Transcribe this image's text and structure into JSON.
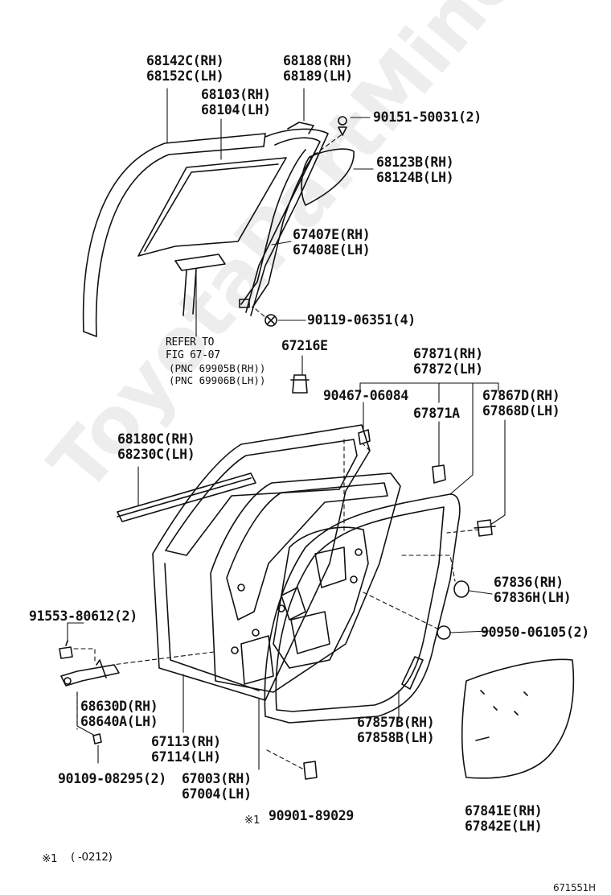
{
  "labels": {
    "p68142c": [
      "68142C(RH)",
      "68152C(LH)"
    ],
    "p68188": [
      "68188(RH)",
      "68189(LH)"
    ],
    "p68103": [
      "68103(RH)",
      "68104(LH)"
    ],
    "p90151": [
      "90151-50031(2)"
    ],
    "p68123b": [
      "68123B(RH)",
      "68124B(LH)"
    ],
    "p67407e": [
      "67407E(RH)",
      "67408E(LH)"
    ],
    "p90119": [
      "90119-06351(4)"
    ],
    "refer": [
      "REFER TO",
      "FIG 67-07"
    ],
    "refer_pnc": [
      "(PNC 69905B(RH))",
      "(PNC 69906B(LH))"
    ],
    "p67216e": [
      "67216E"
    ],
    "p67871": [
      "67871(RH)",
      "67872(LH)"
    ],
    "p90467": [
      "90467-06084"
    ],
    "p67867d": [
      "67867D(RH)",
      "67868D(LH)"
    ],
    "p67871a": [
      "67871A"
    ],
    "p68180c": [
      "68180C(RH)",
      "68230C(LH)"
    ],
    "p67836": [
      "67836(RH)",
      "67836H(LH)"
    ],
    "p91553": [
      "91553-80612(2)"
    ],
    "p90950": [
      "90950-06105(2)"
    ],
    "p68630d": [
      "68630D(RH)",
      "68640A(LH)"
    ],
    "p67857b": [
      "67857B(RH)",
      "67858B(LH)"
    ],
    "p67113": [
      "67113(RH)",
      "67114(LH)"
    ],
    "p67003": [
      "67003(RH)",
      "67004(LH)"
    ],
    "p90109": [
      "90109-08295(2)"
    ],
    "p90901": [
      "90901-89029"
    ],
    "p90901_mark": [
      "※1"
    ],
    "p67841e": [
      "67841E(RH)",
      "67842E(LH)"
    ],
    "footnote_mark": [
      "※1"
    ],
    "footnote": [
      "(  -0212)"
    ],
    "figure_number": [
      "671551H"
    ]
  },
  "watermark": "ToyotaPartMine.ru",
  "colors": {
    "line": "#111111",
    "fill": "#ffffff",
    "shade": "#dddddd",
    "watermark": "rgba(0,0,0,0.07)"
  }
}
